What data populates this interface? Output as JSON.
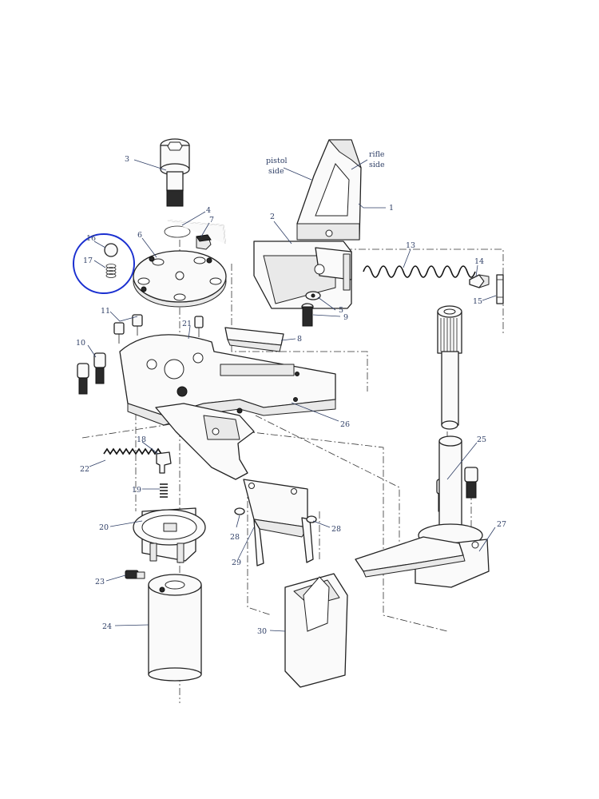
{
  "diagram": {
    "parts": [
      {
        "id": "part-1",
        "label": "1"
      },
      {
        "id": "part-2",
        "label": "2"
      },
      {
        "id": "part-3",
        "label": "3"
      },
      {
        "id": "part-4",
        "label": "4"
      },
      {
        "id": "part-5",
        "label": "5"
      },
      {
        "id": "part-6",
        "label": "6"
      },
      {
        "id": "part-7",
        "label": "7"
      },
      {
        "id": "part-8",
        "label": "8"
      },
      {
        "id": "part-9",
        "label": "9"
      },
      {
        "id": "part-10",
        "label": "10"
      },
      {
        "id": "part-11",
        "label": "11"
      },
      {
        "id": "part-13",
        "label": "13"
      },
      {
        "id": "part-14",
        "label": "14"
      },
      {
        "id": "part-15",
        "label": "15"
      },
      {
        "id": "part-16",
        "label": "16"
      },
      {
        "id": "part-17",
        "label": "17"
      },
      {
        "id": "part-18",
        "label": "18"
      },
      {
        "id": "part-19",
        "label": "19"
      },
      {
        "id": "part-20",
        "label": "20"
      },
      {
        "id": "part-21",
        "label": "21"
      },
      {
        "id": "part-22",
        "label": "22"
      },
      {
        "id": "part-23",
        "label": "23"
      },
      {
        "id": "part-24",
        "label": "24"
      },
      {
        "id": "part-25",
        "label": "25"
      },
      {
        "id": "part-26",
        "label": "26"
      },
      {
        "id": "part-27",
        "label": "27"
      },
      {
        "id": "part-28a",
        "label": "28"
      },
      {
        "id": "part-28b",
        "label": "28"
      },
      {
        "id": "part-29",
        "label": "29"
      },
      {
        "id": "part-30",
        "label": "30"
      }
    ],
    "annotations": {
      "pistol_line1": "pistol",
      "pistol_line2": "side",
      "rifle_line1": "rifle",
      "rifle_line2": "side"
    },
    "highlight_color": "#1a2fd0"
  }
}
